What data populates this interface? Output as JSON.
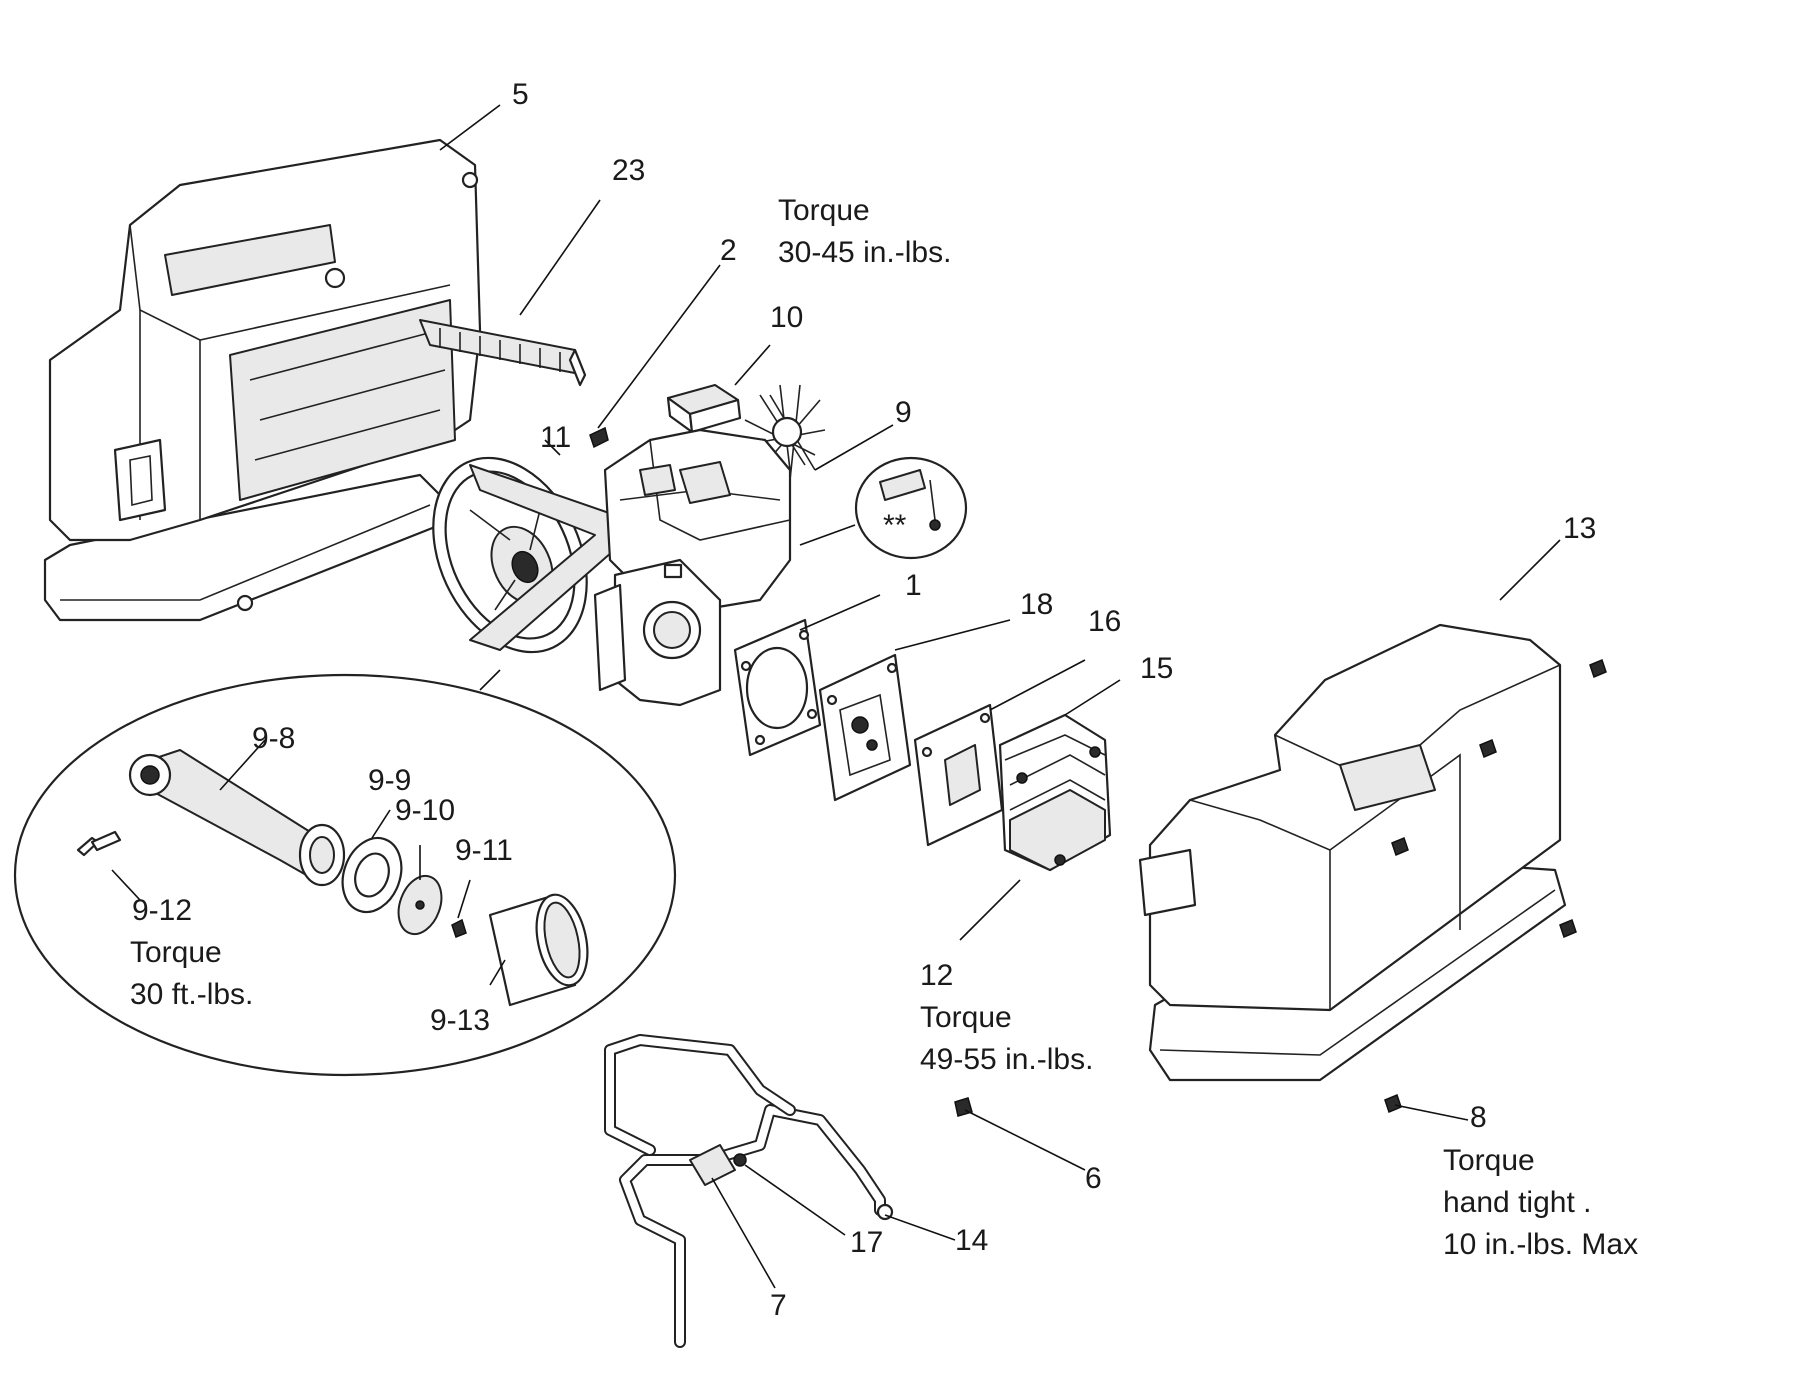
{
  "diagram": {
    "part_labels": {
      "p1": "1",
      "p2": "2",
      "p5": "5",
      "p6": "6",
      "p7": "7",
      "p8": "8",
      "p9": "9",
      "p10": "10",
      "p11": "11",
      "p12": "12",
      "p13": "13",
      "p14": "14",
      "p15": "15",
      "p16": "16",
      "p17": "17",
      "p18": "18",
      "p23": "23",
      "p9_8": "9-8",
      "p9_9": "9-9",
      "p9_10": "9-10",
      "p9_11": "9-11",
      "p9_12": "9-12",
      "p9_13": "9-13",
      "double_star": "**"
    },
    "torque_notes": {
      "part2": {
        "heading": "Torque",
        "value": "30-45 in.-lbs."
      },
      "part9_12": {
        "heading": "Torque",
        "value": "30 ft.-lbs."
      },
      "part12": {
        "heading": "Torque",
        "value": "49-55 in.-lbs."
      },
      "part8": {
        "heading": "Torque",
        "value": "hand tight .",
        "extra": "10 in.-lbs. Max"
      }
    }
  }
}
